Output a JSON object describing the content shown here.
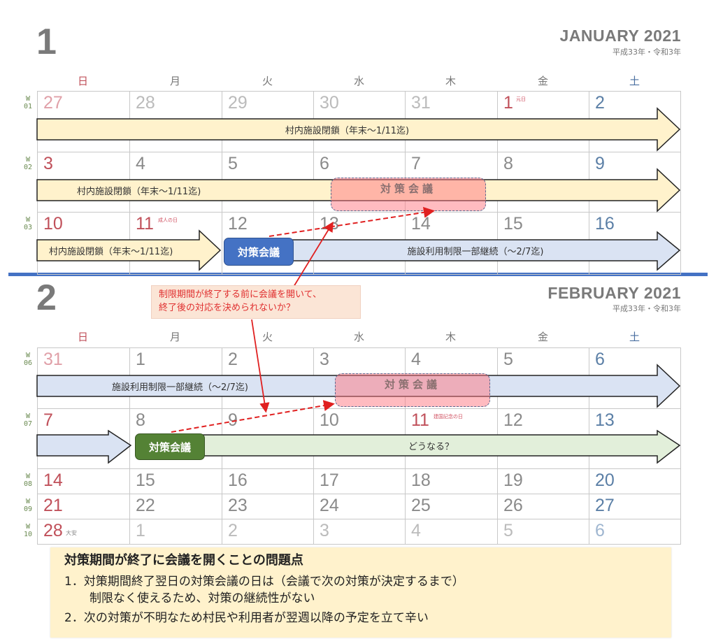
{
  "january": {
    "number": "1",
    "title": "JANUARY 2021",
    "era": "平成33年・令和3年",
    "weekdays": [
      "日",
      "月",
      "火",
      "水",
      "木",
      "金",
      "土"
    ],
    "weeks": [
      {
        "label": [
          "W",
          "01"
        ],
        "days": [
          {
            "n": "27",
            "c": "prevsun"
          },
          {
            "n": "28",
            "c": "other"
          },
          {
            "n": "29",
            "c": "other"
          },
          {
            "n": "30",
            "c": "other"
          },
          {
            "n": "31",
            "c": "other"
          },
          {
            "n": "1",
            "c": "hol",
            "note": "元日"
          },
          {
            "n": "2",
            "c": "sat"
          }
        ]
      },
      {
        "label": [
          "W",
          "02"
        ],
        "days": [
          {
            "n": "3",
            "c": "sun"
          },
          {
            "n": "4"
          },
          {
            "n": "5"
          },
          {
            "n": "6"
          },
          {
            "n": "7"
          },
          {
            "n": "8"
          },
          {
            "n": "9",
            "c": "sat"
          }
        ]
      },
      {
        "label": [
          "W",
          "03"
        ],
        "days": [
          {
            "n": "10",
            "c": "sun"
          },
          {
            "n": "11",
            "c": "hol",
            "note": "成人の日"
          },
          {
            "n": "12"
          },
          {
            "n": "13"
          },
          {
            "n": "14"
          },
          {
            "n": "15"
          },
          {
            "n": "16",
            "c": "sat"
          }
        ]
      }
    ],
    "bars": {
      "closure": "村内施設閉鎖（年末～1/11迄)",
      "restriction": "施設利用制限一部継続（～2/7迄)",
      "meeting": "対策会議",
      "proposed_meeting": "対策会議"
    }
  },
  "february": {
    "number": "2",
    "title": "FEBRUARY 2021",
    "era": "平成33年・令和3年",
    "weekdays": [
      "日",
      "月",
      "火",
      "水",
      "木",
      "金",
      "土"
    ],
    "weeks": [
      {
        "label": [
          "W",
          "06"
        ],
        "days": [
          {
            "n": "31",
            "c": "prevsun"
          },
          {
            "n": "1"
          },
          {
            "n": "2"
          },
          {
            "n": "3"
          },
          {
            "n": "4"
          },
          {
            "n": "5"
          },
          {
            "n": "6",
            "c": "sat"
          }
        ]
      },
      {
        "label": [
          "W",
          "07"
        ],
        "days": [
          {
            "n": "7",
            "c": "sun"
          },
          {
            "n": "8"
          },
          {
            "n": "9"
          },
          {
            "n": "10"
          },
          {
            "n": "11",
            "c": "hol",
            "note": "建国記念の日"
          },
          {
            "n": "12"
          },
          {
            "n": "13",
            "c": "sat"
          }
        ]
      },
      {
        "label": [
          "W",
          "08"
        ],
        "days": [
          {
            "n": "14",
            "c": "sun"
          },
          {
            "n": "15"
          },
          {
            "n": "16"
          },
          {
            "n": "17"
          },
          {
            "n": "18"
          },
          {
            "n": "19"
          },
          {
            "n": "20",
            "c": "sat"
          }
        ]
      },
      {
        "label": [
          "W",
          "09"
        ],
        "days": [
          {
            "n": "21",
            "c": "sun"
          },
          {
            "n": "22"
          },
          {
            "n": "23"
          },
          {
            "n": "24"
          },
          {
            "n": "25"
          },
          {
            "n": "26"
          },
          {
            "n": "27",
            "c": "sat"
          }
        ]
      },
      {
        "label": [
          "W",
          "10"
        ],
        "days": [
          {
            "n": "28",
            "c": "sun",
            "rok": "大安"
          },
          {
            "n": "1",
            "c": "other"
          },
          {
            "n": "2",
            "c": "other"
          },
          {
            "n": "3",
            "c": "other"
          },
          {
            "n": "4",
            "c": "other"
          },
          {
            "n": "5",
            "c": "other"
          },
          {
            "n": "6",
            "c": "othersat"
          }
        ]
      }
    ],
    "bars": {
      "restriction": "施設利用制限一部継続（～2/7迄)",
      "next": "どうなる？",
      "meeting": "対策会議",
      "proposed_meeting": "対策会議"
    }
  },
  "callout": {
    "line1": "制限期間が終了する前に会議を開いて、",
    "line2": "終了後の対応を決められないか？"
  },
  "note": {
    "title": "対策期間が終了に会議を開くことの問題点",
    "item1_line1": "1．対策期間終了翌日の対策会議の日は（会議で次の対策が決定するまで）",
    "item1_line2": "制限なく使えるため、対策の継続性がない",
    "item2": "2．次の対策が不明なため村民や利用者が翌週以降の予定を立て辛い"
  },
  "colors": {
    "sunday": "#c0505a",
    "saturday": "#5b7fa6",
    "closure": "#fff2cc",
    "restriction": "#dae3f3",
    "next": "#e2efda",
    "meeting_blue": "#4472c4",
    "meeting_green": "#548235",
    "separator": "#4472c4",
    "red": "#e02020"
  }
}
